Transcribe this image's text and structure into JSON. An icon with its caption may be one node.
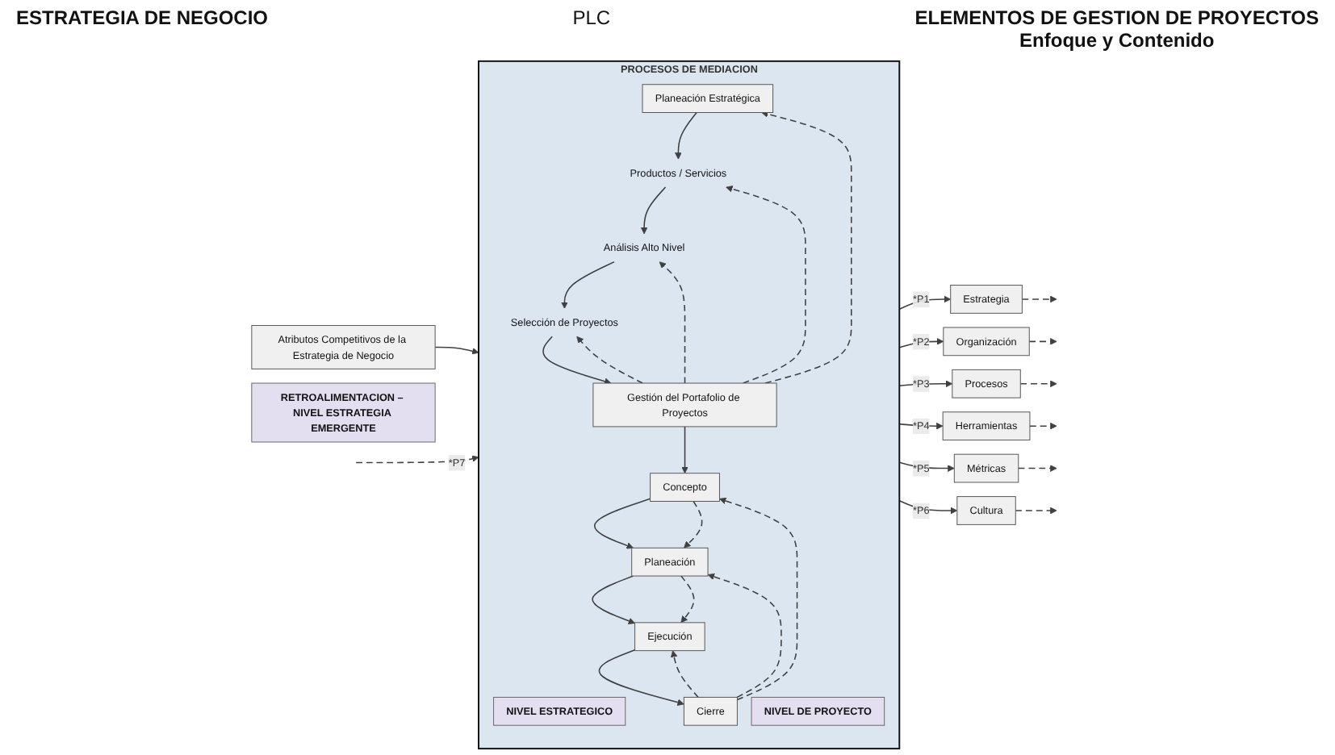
{
  "diagram": {
    "nodes": [
      {
        "text": [
          "Atributos Competitivos de la Estrategia de Negocio"
        ]
      },
      {
        "text": [
          "PROCESOS DE MEDIACION"
        ]
      },
      {
        "text": [
          "NIVEL ESTRATEGICO"
        ],
        "in": 1
      },
      {
        "text": [
          "NIVEL DE PROYECTO"
        ],
        "in": 1
      },
      {
        "text": [
          "Planeación Estratégica"
        ],
        "in": 1
      },
      {
        "text": [
          "Productos / Servicios"
        ],
        "in": 1
      },
      {
        "text": [
          "Análisis Alto Nivel"
        ],
        "in": 1
      },
      {
        "text": [
          "Selección de Proyectos"
        ],
        "in": 1
      },
      {
        "text": [
          "Gestión del Portafolio de Proyectos"
        ],
        "in": 1
      },
      {
        "text": [
          "Concepto"
        ],
        "in": 1
      },
      {
        "text": [
          "Planeación"
        ],
        "in": 1
      },
      {
        "text": [
          "Ejecución"
        ],
        "in": 1
      },
      {
        "text": [
          "Cierre"
        ],
        "in": 1
      },
      {
        "text": [
          "Estrategia"
        ]
      },
      {
        "text": [
          "Organización"
        ]
      },
      {
        "text": [
          "Procesos"
        ]
      },
      {
        "text": [
          "Herramientas"
        ]
      },
      {
        "text": [
          "Métricas"
        ]
      },
      {
        "text": [
          "Cultura"
        ]
      },
      {
        "text": [
          "RETROALIMENTACION – NIVEL ESTRATEGIA EMERGENTE"
        ]
      }
    ],
    "edges": [
      {
        "from": 0,
        "to": 1,
        "arrow": "to"
      },
      {
        "from": null,
        "to": 1,
        "arrow": "to",
        "label": "*P7",
        "style": "dashed"
      },
      {
        "from": 4,
        "to": 5,
        "arrow": "to"
      },
      {
        "from": 5,
        "to": 6,
        "arrow": "to"
      },
      {
        "from": 6,
        "to": 7,
        "arrow": "to"
      },
      {
        "from": 7,
        "to": 8,
        "arrow": "to"
      },
      {
        "from": 8,
        "to": 4,
        "arrow": "to",
        "style": "dashed"
      },
      {
        "from": 8,
        "to": 5,
        "arrow": "to",
        "style": "dashed"
      },
      {
        "from": 8,
        "to": 6,
        "arrow": "to",
        "style": "dashed"
      },
      {
        "from": 8,
        "to": 7,
        "arrow": "to",
        "style": "dashed"
      },
      {
        "from": 8,
        "to": 9,
        "arrow": "to"
      },
      {
        "from": 9,
        "to": 10,
        "arrow": "to"
      },
      {
        "from": 10,
        "to": 11,
        "arrow": "to"
      },
      {
        "from": 11,
        "to": 12,
        "arrow": "to"
      },
      {
        "from": 9,
        "to": 10,
        "arrow": "to",
        "style": "dashed"
      },
      {
        "from": 10,
        "to": 11,
        "arrow": "to",
        "style": "dashed"
      },
      {
        "from": 12,
        "to": 9,
        "arrow": "to",
        "style": "dashed"
      },
      {
        "from": 12,
        "to": 10,
        "arrow": "to",
        "style": "dashed"
      },
      {
        "from": 12,
        "to": 11,
        "arrow": "to",
        "style": "dashed"
      },
      {
        "from": 1,
        "to": 13,
        "arrow": "to",
        "label": "*P1"
      },
      {
        "from": 1,
        "to": 14,
        "arrow": "to",
        "label": "*P2"
      },
      {
        "from": 1,
        "to": 15,
        "arrow": "to",
        "label": "*P3"
      },
      {
        "from": 1,
        "to": 16,
        "arrow": "to",
        "label": "*P4"
      },
      {
        "from": 1,
        "to": 17,
        "arrow": "to",
        "label": "*P5"
      },
      {
        "from": 1,
        "to": 18,
        "arrow": "to",
        "label": "*P6"
      },
      {
        "from": 13,
        "to": null,
        "arrow": "to",
        "style": "dashed"
      },
      {
        "from": 14,
        "to": null,
        "arrow": "to",
        "style": "dashed"
      },
      {
        "from": 15,
        "to": null,
        "arrow": "to",
        "style": "dashed"
      },
      {
        "from": 16,
        "to": null,
        "arrow": "to",
        "style": "dashed"
      },
      {
        "from": 17,
        "to": null,
        "arrow": "to",
        "style": "dashed"
      },
      {
        "from": 18,
        "to": null,
        "arrow": "to",
        "style": "dashed"
      }
    ],
    "labels": [
      "ESTRATEGIA DE NEGOCIO",
      "ELEMENTOS DE GESTION DE PROYECTOS",
      "Enfoque y Contenido",
      "PLC"
    ]
  }
}
